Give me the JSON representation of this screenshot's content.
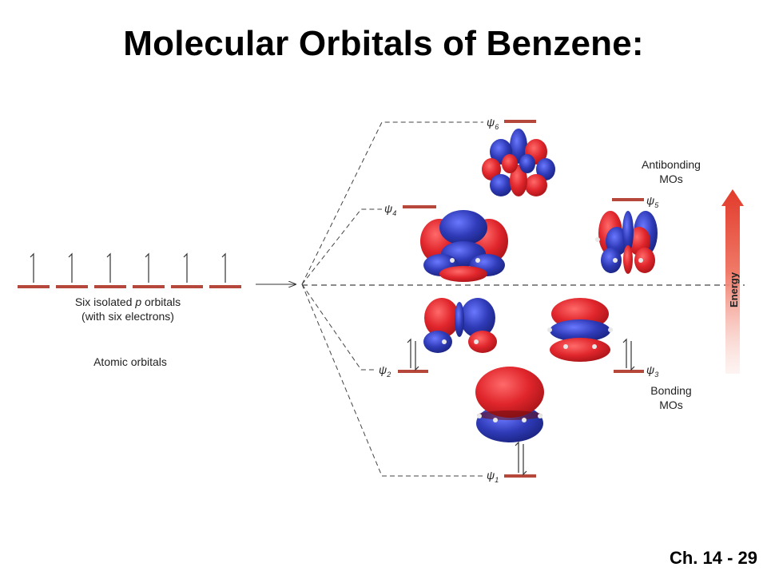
{
  "slide": {
    "title": "Molecular Orbitals of Benzene:",
    "page": "Ch. 14 - 29"
  },
  "diagram": {
    "atomic_label_line1": "Six isolated ",
    "atomic_label_p": "p",
    "atomic_label_line1_end": " orbitals",
    "atomic_label_line2": "(with six electrons)",
    "atomic_caption": "Atomic orbitals",
    "antibonding_line1": "Antibonding",
    "antibonding_line2": "MOs",
    "bonding_line1": "Bonding",
    "bonding_line2": "MOs",
    "energy_label": "Energy",
    "psi_symbol": "ψ",
    "levels": [
      {
        "name": "psi6",
        "subscript": "6"
      },
      {
        "name": "psi4",
        "subscript": "4"
      },
      {
        "name": "psi5",
        "subscript": "5"
      },
      {
        "name": "psi2",
        "subscript": "2"
      },
      {
        "name": "psi3",
        "subscript": "3"
      },
      {
        "name": "psi1",
        "subscript": "1"
      }
    ],
    "colors": {
      "level_bar": "#b5483a",
      "lobe_red": "#e0262c",
      "lobe_blue": "#2f3bb8",
      "dashed": "#444444",
      "arrow_top": "#e23a2a",
      "arrow_bottom": "#fbe3df"
    }
  }
}
